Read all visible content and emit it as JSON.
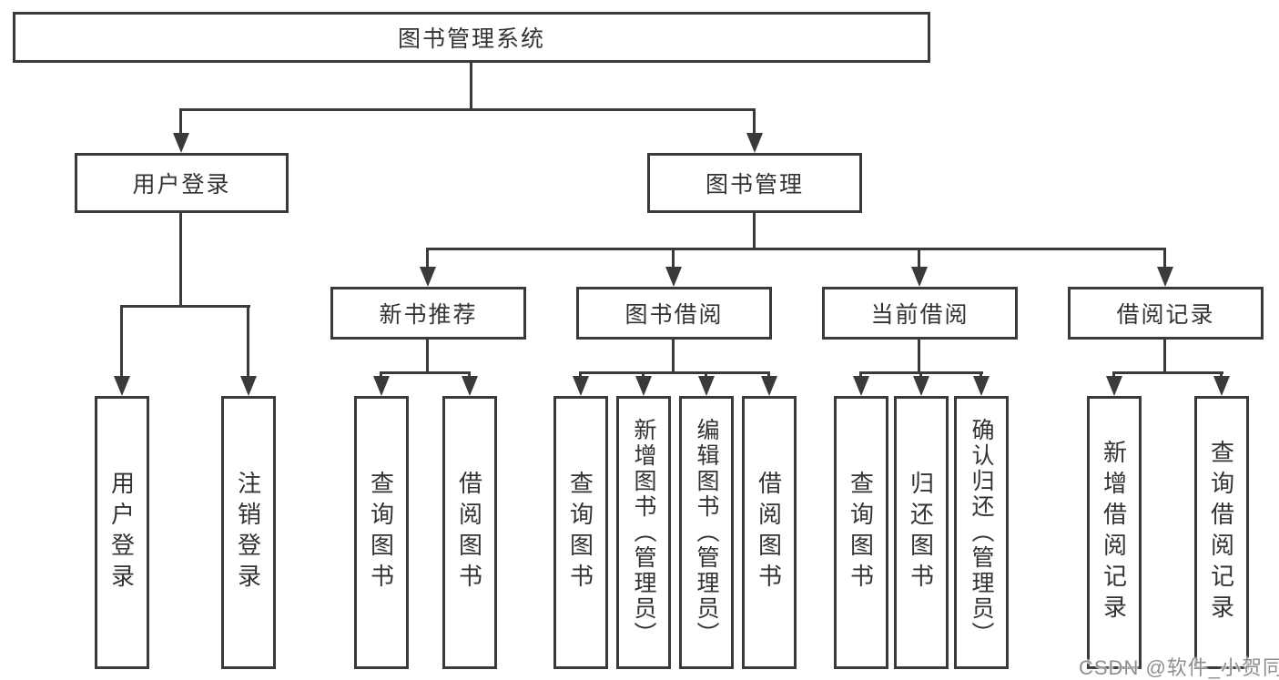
{
  "diagram": {
    "type": "hierarchy-tree",
    "line_color": "#3a3a3a",
    "text_color": "#333333",
    "box_fill": "#ffffff",
    "tree": {
      "label": "图书管理系统",
      "children": [
        {
          "label": "用户登录",
          "children": [
            {
              "label": "用户登录"
            },
            {
              "label": "注销登录"
            }
          ]
        },
        {
          "label": "图书管理",
          "children": [
            {
              "label": "新书推荐",
              "children": [
                {
                  "label": "查询图书"
                },
                {
                  "label": "借阅图书"
                }
              ]
            },
            {
              "label": "图书借阅",
              "children": [
                {
                  "label": "查询图书"
                },
                {
                  "label": "新增图书（管理员）"
                },
                {
                  "label": "编辑图书（管理员）"
                },
                {
                  "label": "借阅图书"
                }
              ]
            },
            {
              "label": "当前借阅",
              "children": [
                {
                  "label": "查询图书"
                },
                {
                  "label": "归还图书"
                },
                {
                  "label": "确认归还（管理员）"
                }
              ]
            },
            {
              "label": "借阅记录",
              "children": [
                {
                  "label": "新增借阅记录"
                },
                {
                  "label": "查询借阅记录"
                }
              ]
            }
          ]
        }
      ]
    }
  },
  "watermark": {
    "text": "CSDN @软件_小贺同学",
    "color": "#8f8f8f"
  }
}
